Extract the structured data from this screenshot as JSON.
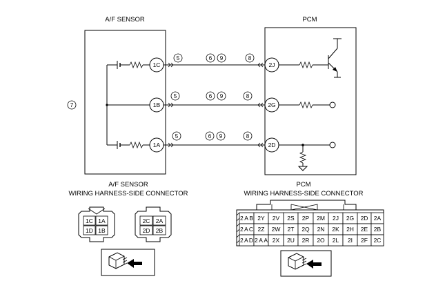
{
  "titles": {
    "sensor": "A/F SENSOR",
    "pcm": "PCM",
    "sensor_conn_line1": "A/F SENSOR",
    "sensor_conn_line2": "WIRING HARNESS-SIDE CONNECTOR",
    "pcm_conn_line1": "PCM",
    "pcm_conn_line2": "WIRING HARNESS-SIDE CONNECTOR"
  },
  "callouts": {
    "c5": "5",
    "c6": "6",
    "c7": "7",
    "c8": "8",
    "c9": "9"
  },
  "sensor_pins": {
    "p1": "1C",
    "p2": "1B",
    "p3": "1A"
  },
  "pcm_pins": {
    "p1": "2J",
    "p2": "2G",
    "p3": "2D"
  },
  "sensor_connector": {
    "left": [
      "1C",
      "1A",
      "1D",
      "1B"
    ],
    "right": [
      "2C",
      "2A",
      "2D",
      "2B"
    ]
  },
  "pcm_connector": {
    "rows": [
      [
        "2AB",
        "2Y",
        "2V",
        "2S",
        "2P",
        "2M",
        "2J",
        "2G",
        "2D",
        "2A"
      ],
      [
        "2AC",
        "2Z",
        "2W",
        "2T",
        "2Q",
        "2N",
        "2K",
        "2H",
        "2E",
        "2B"
      ],
      [
        "2AD",
        "2AA",
        "2X",
        "2U",
        "2R",
        "2O",
        "2L",
        "2I",
        "2F",
        "2C"
      ]
    ]
  }
}
